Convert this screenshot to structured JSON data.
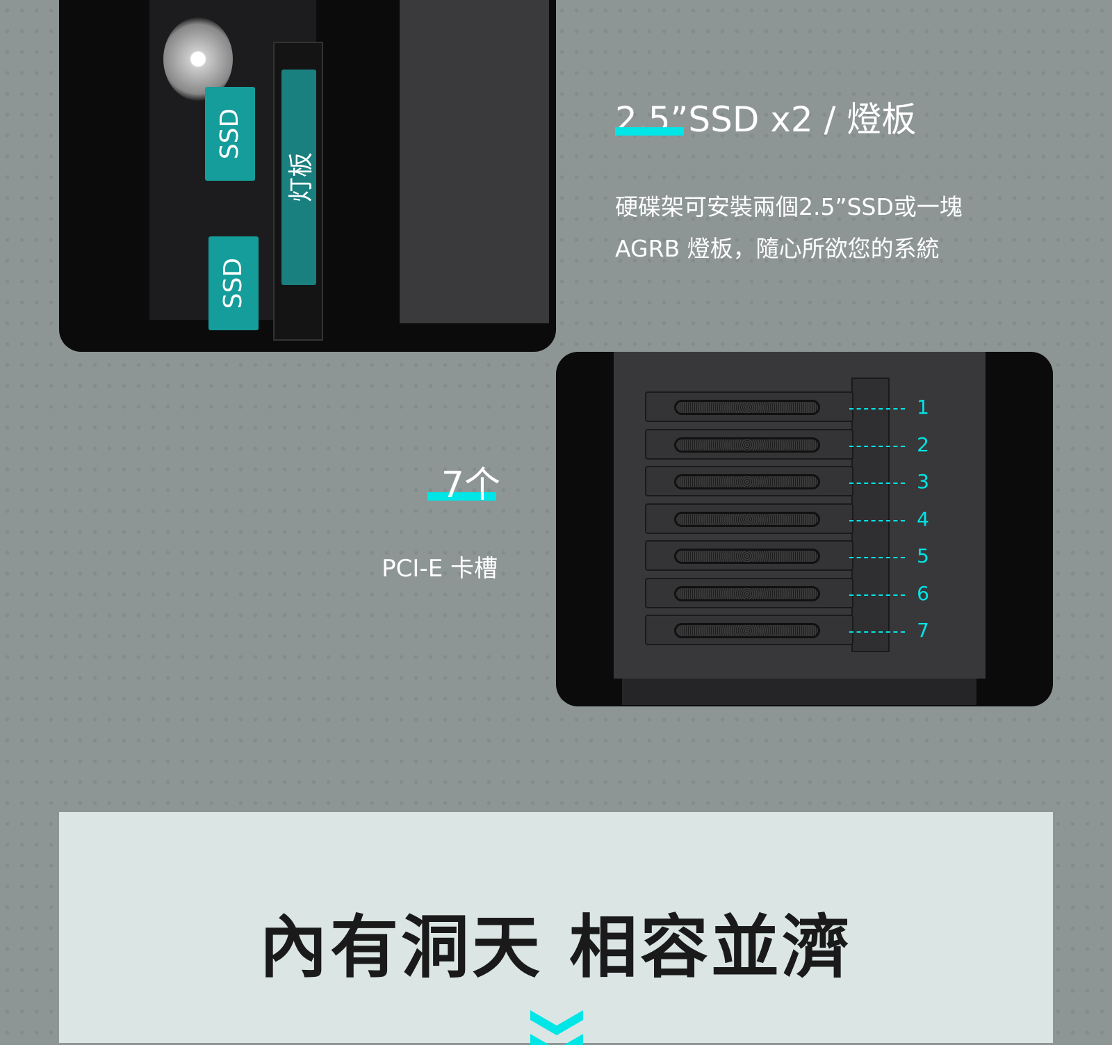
{
  "ssd_section": {
    "title": "2.5”SSD x2 / 燈板",
    "desc_line1": "硬碟架可安裝兩個2.5”SSD或一塊",
    "desc_line2": "AGRB 燈板，隨心所欲您的系統",
    "image_labels": {
      "ssd_top": "SSD",
      "ssd_bottom": "SSD",
      "light_panel": "灯板"
    }
  },
  "pcie_section": {
    "count": "7个",
    "label": "PCI-E 卡槽",
    "slots": [
      "1",
      "2",
      "3",
      "4",
      "5",
      "6",
      "7"
    ]
  },
  "banner": {
    "title": "內有洞天 相容並濟"
  },
  "colors": {
    "accent": "#00e5e6",
    "background": "#8e9695",
    "panel": "#dae5e4",
    "ssd": "#159d9b"
  }
}
